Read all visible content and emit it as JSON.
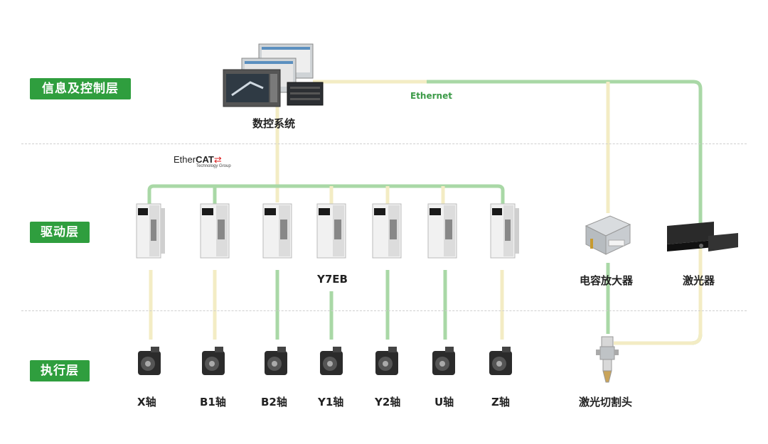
{
  "layers": {
    "info_control": "信息及控制层",
    "drive": "驱动层",
    "execution": "执行层"
  },
  "network": {
    "ethernet": "Ethernet",
    "ethercat_main": "Ether",
    "ethercat_bold": "CAT",
    "ethercat_sub": "Technology Group"
  },
  "cnc": {
    "label": "数控系统"
  },
  "drives": {
    "model_label": "Y7EB"
  },
  "peripherals": {
    "capacitor_amplifier": "电容放大器",
    "laser": "激光器",
    "cutting_head": "激光切割头"
  },
  "axes": [
    "X轴",
    "B1轴",
    "B2轴",
    "Y1轴",
    "Y2轴",
    "U轴",
    "Z轴"
  ],
  "colors": {
    "badge_green": "#2f9e3e",
    "line_green": "#a9d8a6",
    "line_yellow": "#f3ecc4"
  }
}
